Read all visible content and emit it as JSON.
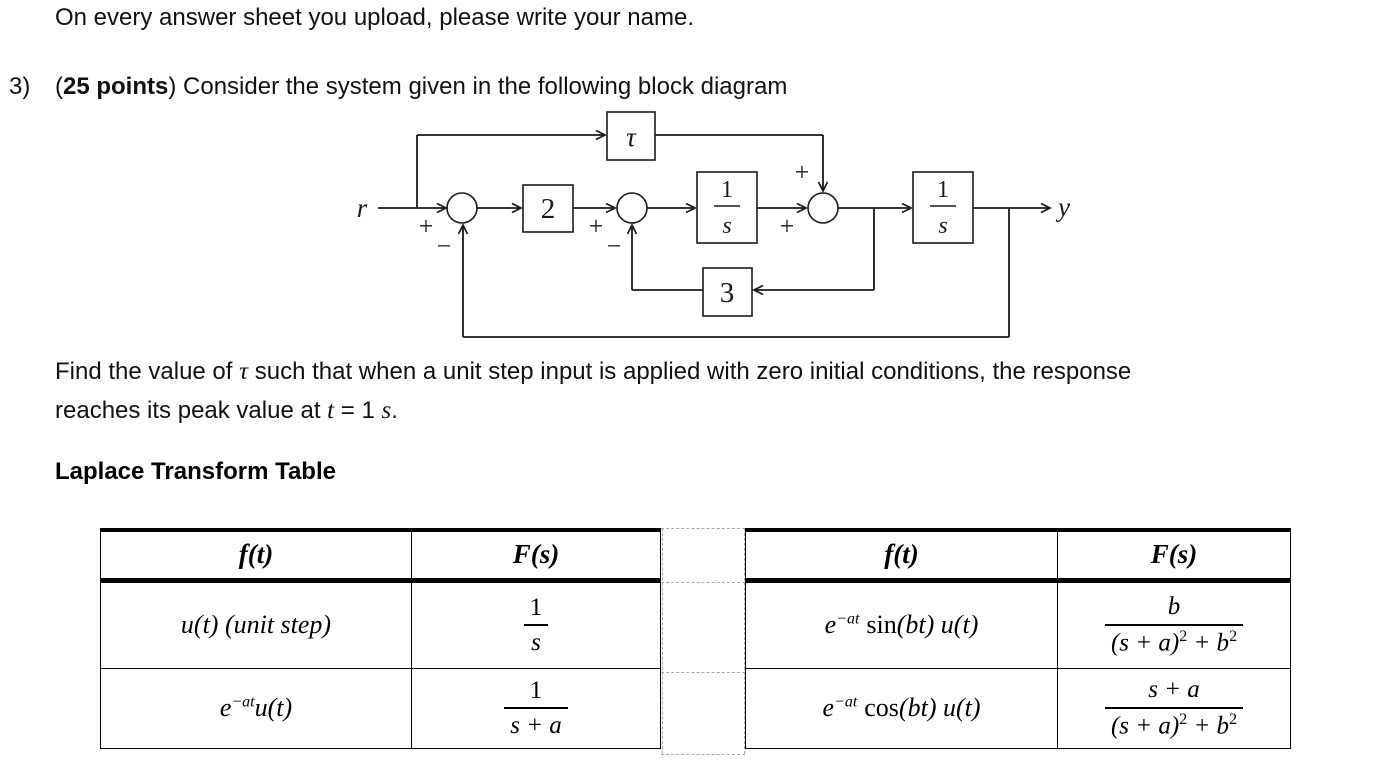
{
  "page": {
    "instruction": "On every answer sheet you upload, please write your name."
  },
  "problem": {
    "number": "3)",
    "points_open": "(",
    "points_bold": "25 points",
    "after_points": ") Consider the system given in the following block diagram"
  },
  "question": {
    "part1": "Find the value of ",
    "tau": "τ",
    "part2": " such that when a unit step input is applied with zero initial conditions, the response",
    "part3": "reaches its peak value at ",
    "t_var": "t",
    "equals_one": " = 1 ",
    "s_var": "s",
    "period": "."
  },
  "diagram": {
    "input_label": "r",
    "output_label": "y",
    "tau_block_label": "τ",
    "gain2_label": "2",
    "gain3_label": "3",
    "integrator_numerator": "1",
    "integrator_denominator": "s",
    "plus_sign": "+",
    "minus_sign": "−"
  },
  "laplace_table": {
    "heading": "Laplace Transform Table",
    "header_ft": "f(t)",
    "header_fs": "F(s)",
    "left": {
      "row1": {
        "ft": "u(t) (unit step)",
        "fs_num": "1",
        "fs_den": "s"
      },
      "row2": {
        "ft_base": "e",
        "ft_sup": "−at",
        "ft_tail": "u(t)",
        "fs_num": "1",
        "fs_den": "s + a"
      }
    },
    "right": {
      "row1": {
        "ft_base": "e",
        "ft_sup": "−at",
        "ft_fn": "sin",
        "ft_tail": "(bt) u(t)",
        "fs_num": "b",
        "fs_den_a": "(s + a)",
        "fs_den_sup1": "2",
        "fs_den_b": " + b",
        "fs_den_sup2": "2"
      },
      "row2": {
        "ft_base": "e",
        "ft_sup": "−at",
        "ft_fn": "cos",
        "ft_tail": "(bt) u(t)",
        "fs_num": "s + a",
        "fs_den_a": "(s + a)",
        "fs_den_sup1": "2",
        "fs_den_b": " + b",
        "fs_den_sup2": "2"
      }
    }
  }
}
